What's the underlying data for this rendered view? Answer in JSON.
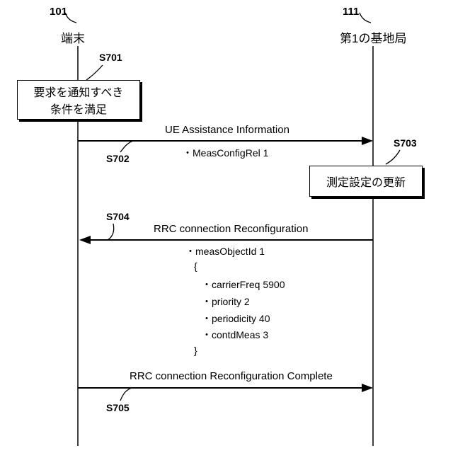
{
  "terminal": {
    "ref": "101",
    "name": "端末"
  },
  "base_station": {
    "ref": "111",
    "name": "第1の基地局"
  },
  "steps": {
    "s701": {
      "label": "S701",
      "box_line1": "要求を通知すべき",
      "box_line2": "条件を満足"
    },
    "s702": {
      "label": "S702",
      "message": "UE Assistance Information",
      "param": "・MeasConfigRel 1"
    },
    "s703": {
      "label": "S703",
      "box": "測定設定の更新"
    },
    "s704": {
      "label": "S704",
      "message": "RRC connection Reconfiguration",
      "params": [
        "・measObjectId 1",
        "{",
        "・carrierFreq 5900",
        "・priority 2",
        "・periodicity 40",
        "・contdMeas 3",
        "}"
      ]
    },
    "s705": {
      "label": "S705",
      "message": "RRC connection Reconfiguration Complete"
    }
  }
}
